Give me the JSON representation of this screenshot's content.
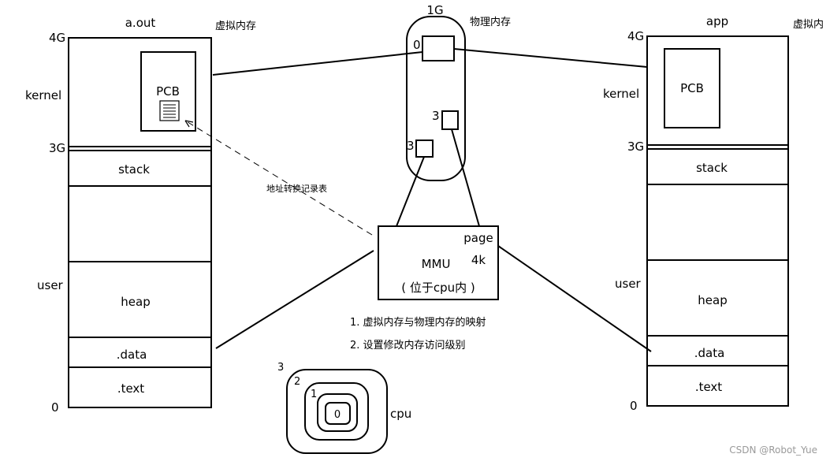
{
  "left_space": {
    "title": "a.out",
    "tag": "虚拟内存",
    "addr_4g": "4G",
    "addr_3g": "3G",
    "addr_0": "0",
    "kernel_label": "kernel",
    "user_label": "user",
    "pcb": "PCB",
    "stack": "stack",
    "heap": "heap",
    "data": ".data",
    "text": ".text"
  },
  "right_space": {
    "title": "app",
    "tag": "虚拟内",
    "addr_4g": "4G",
    "addr_3g": "3G",
    "addr_0": "0",
    "kernel_label": "kernel",
    "user_label": "user",
    "pcb": "PCB",
    "stack": "stack",
    "heap": "heap",
    "data": ".data",
    "text": ".text"
  },
  "physical": {
    "size": "1G",
    "tag": "物理内存",
    "block_top": "0",
    "block_mid": "3",
    "block_low": "3"
  },
  "mmu": {
    "title": "MMU",
    "page_label": "page",
    "page_size": "4k",
    "location": "( 位于cpu内 )"
  },
  "mmu_notes": [
    "1. 虚拟内存与物理内存的映射",
    "2. 设置修改内存访问级别"
  ],
  "page_table_label": "地址转换记录表",
  "cpu_rings": {
    "label": "cpu",
    "ring3": "3",
    "ring2": "2",
    "ring1": "1",
    "ring0": "0"
  },
  "watermark": "CSDN @Robot_Yue"
}
